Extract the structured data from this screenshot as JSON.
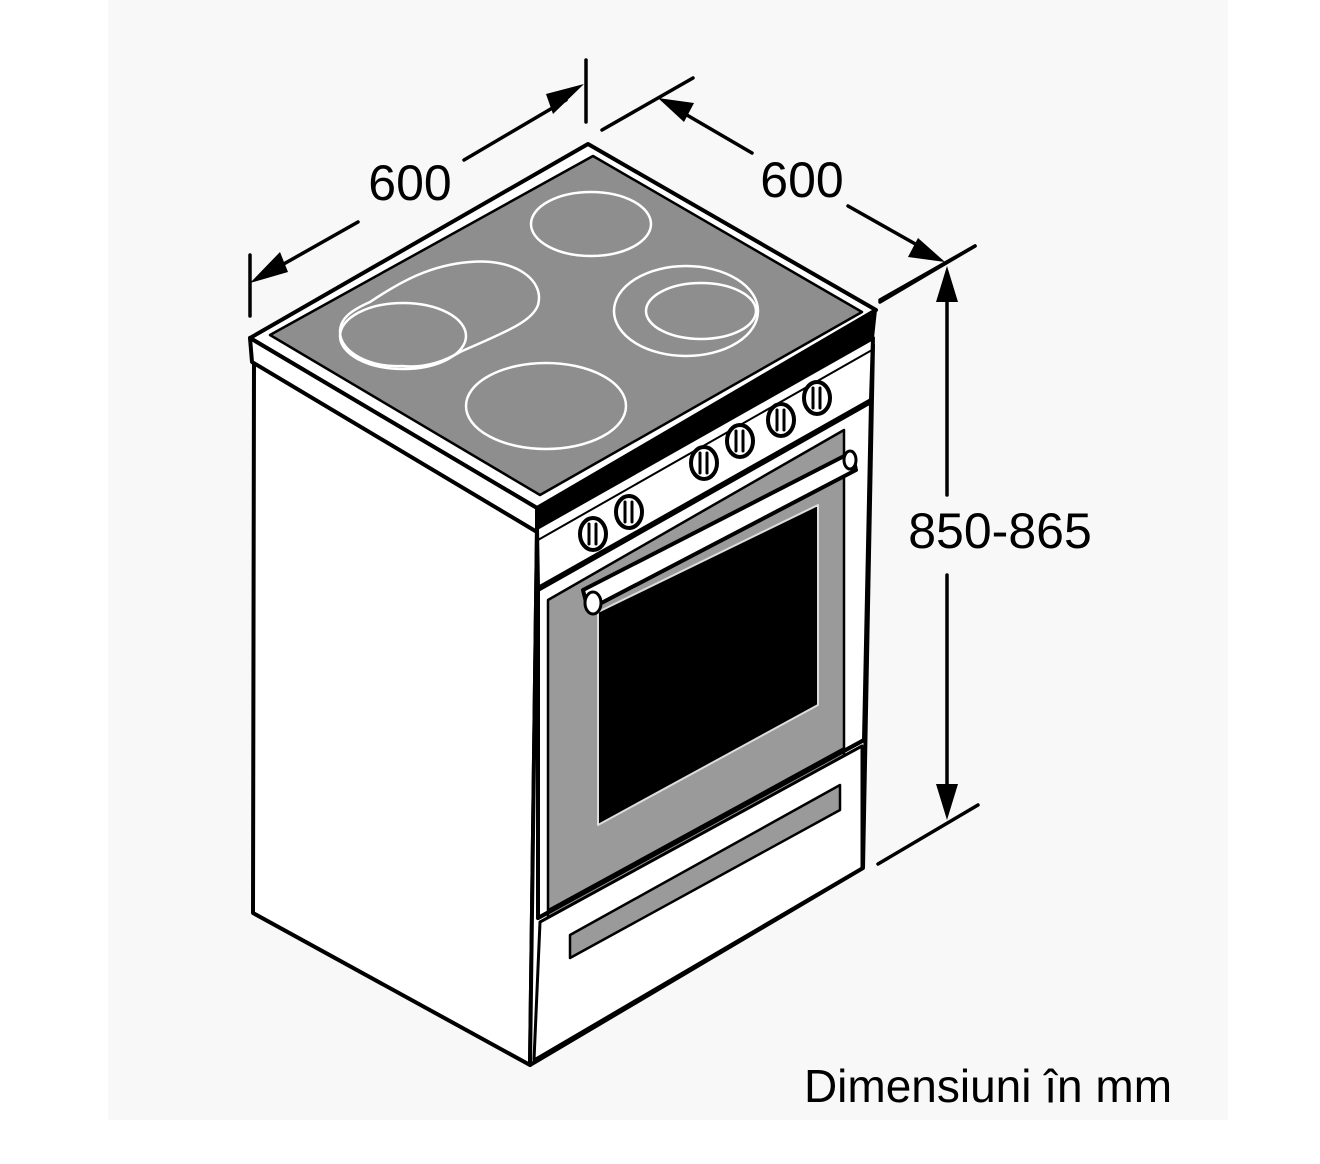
{
  "dimensions": {
    "width_label": "600",
    "depth_label": "600",
    "height_label": "850-865"
  },
  "caption": "Dimensiuni în mm",
  "colors": {
    "background": "#ffffff",
    "backdrop": "#f8f8f8",
    "line": "#000000",
    "cooktop_glass": "#8e8e8e",
    "oven_door": "#9a9a9a",
    "oven_window": "#000000",
    "body": "#ffffff"
  }
}
